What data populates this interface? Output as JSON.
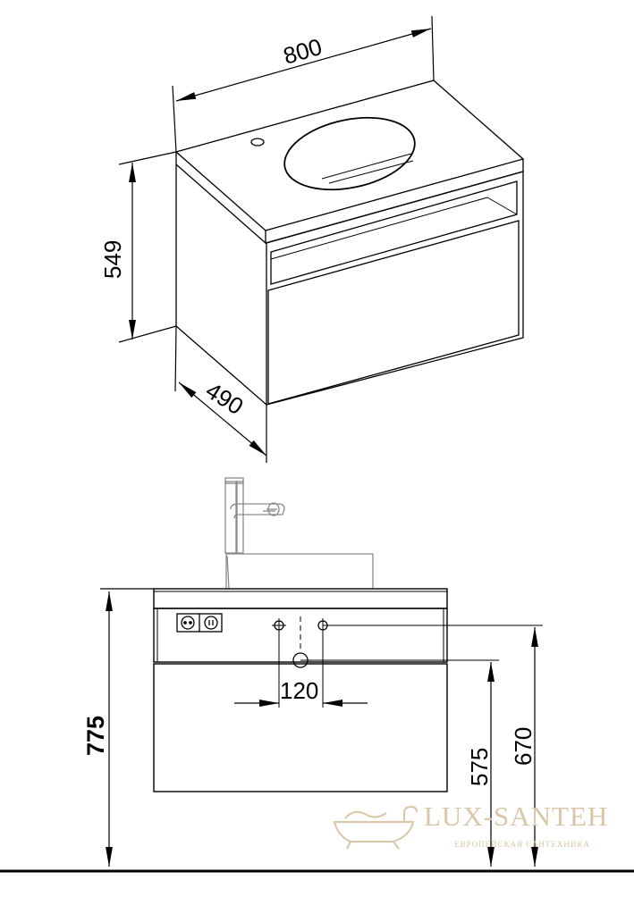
{
  "dimensions": {
    "width": "800",
    "height": "549",
    "depth": "490",
    "tap_spacing": "120",
    "total_height": "775",
    "drain_height": "670",
    "countertop_height": "575"
  },
  "watermark": {
    "brand": "LUX-SANTEH",
    "tagline": "ЕВРОПЕЙСКАЯ САНТЕХНИКА"
  },
  "colors": {
    "line": "#000000",
    "faucet": "#8a8a8a",
    "watermark": "#d9c7a8"
  }
}
